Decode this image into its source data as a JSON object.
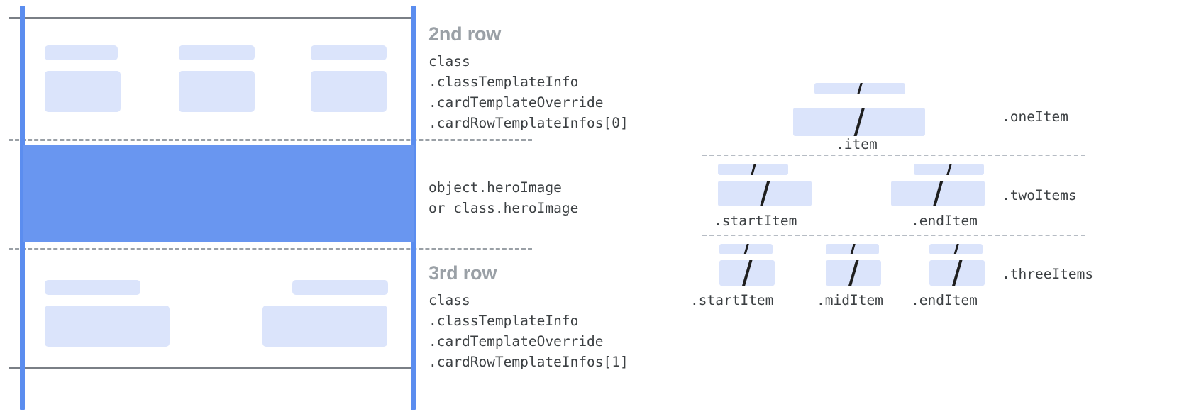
{
  "diagram": {
    "title_hidden": "",
    "colors": {
      "guide_blue": "#5b8def",
      "chip_blue": "#dbe4fb",
      "hero_blue": "#6996f0",
      "rule_gray": "#7a7f86",
      "dash_gray": "#9aa0a6",
      "label_gray": "#9aa0a6",
      "code_gray": "#3c4043"
    }
  },
  "left_panel": {
    "rows": [
      {
        "id": "second-row",
        "title": "2nd row",
        "code": "class\n.classTemplateInfo\n.cardTemplateOverride\n.cardRowTemplateInfos[0]"
      },
      {
        "id": "hero-row",
        "title": "",
        "code": "object.heroImage\nor class.heroImage"
      },
      {
        "id": "third-row",
        "title": "3rd row",
        "code": "class\n.classTemplateInfo\n.cardTemplateOverride\n.cardRowTemplateInfos[1]"
      }
    ]
  },
  "right_panel": {
    "groups": [
      {
        "id": "one-item",
        "group_label": ".oneItem",
        "items": [
          {
            "slot_label": ".item",
            "glyph": "/"
          }
        ]
      },
      {
        "id": "two-items",
        "group_label": ".twoItems",
        "items": [
          {
            "slot_label": ".startItem",
            "glyph": "/"
          },
          {
            "slot_label": ".endItem",
            "glyph": "/"
          }
        ]
      },
      {
        "id": "three-items",
        "group_label": ".threeItems",
        "items": [
          {
            "slot_label": ".startItem",
            "glyph": "/"
          },
          {
            "slot_label": ".midItem",
            "glyph": "/"
          },
          {
            "slot_label": ".endItem",
            "glyph": "/"
          }
        ]
      }
    ]
  }
}
